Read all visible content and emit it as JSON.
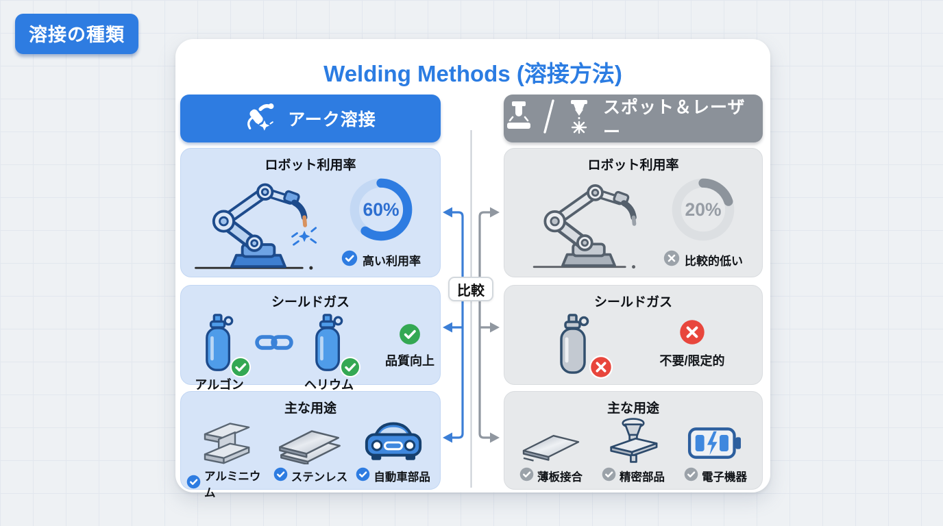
{
  "page": {
    "corner_badge": "溶接の種類",
    "title": "Welding Methods (溶接方法)",
    "compare_label": "比較"
  },
  "arc": {
    "header": "アーク溶接",
    "robot_panel": {
      "title": "ロボット利用率",
      "percent_value": 60,
      "percent_label": "60%",
      "note": "高い利用率"
    },
    "gas_panel": {
      "title": "シールドガス",
      "cylinder_labels": [
        "アルゴン",
        "ヘリウム"
      ],
      "note": "品質向上"
    },
    "uses_panel": {
      "title": "主な用途",
      "items": [
        "アルミニウム",
        "ステンレス",
        "自動車部品"
      ]
    }
  },
  "spot_laser": {
    "header": "スポット＆レーザー",
    "robot_panel": {
      "title": "ロボット利用率",
      "percent_value": 20,
      "percent_label": "20%",
      "note": "比較的低い"
    },
    "gas_panel": {
      "title": "シールドガス",
      "note": "不要/限定的"
    },
    "uses_panel": {
      "title": "主な用途",
      "items": [
        "薄板接合",
        "精密部品",
        "電子機器"
      ]
    }
  },
  "colors": {
    "accent_blue": "#2e7ce1",
    "panel_blue": "#d6e4f8",
    "header_gray": "#8b9199",
    "panel_gray": "#e7e9eb",
    "success_green": "#34a853",
    "error_red": "#e8463c",
    "neutral_gray_badge": "#9ba2a9",
    "donut_blue": "#2e7ce1",
    "donut_gray": "#8d949c",
    "title_blue": "#2b7ce2"
  },
  "chart_data": [
    {
      "type": "donut",
      "title": "ロボット利用率 (アーク溶接)",
      "value": 60,
      "max": 100,
      "label": "60%",
      "annotation": "高い利用率"
    },
    {
      "type": "donut",
      "title": "ロボット利用率 (スポット＆レーザー)",
      "value": 20,
      "max": 100,
      "label": "20%",
      "annotation": "比較的低い"
    }
  ]
}
